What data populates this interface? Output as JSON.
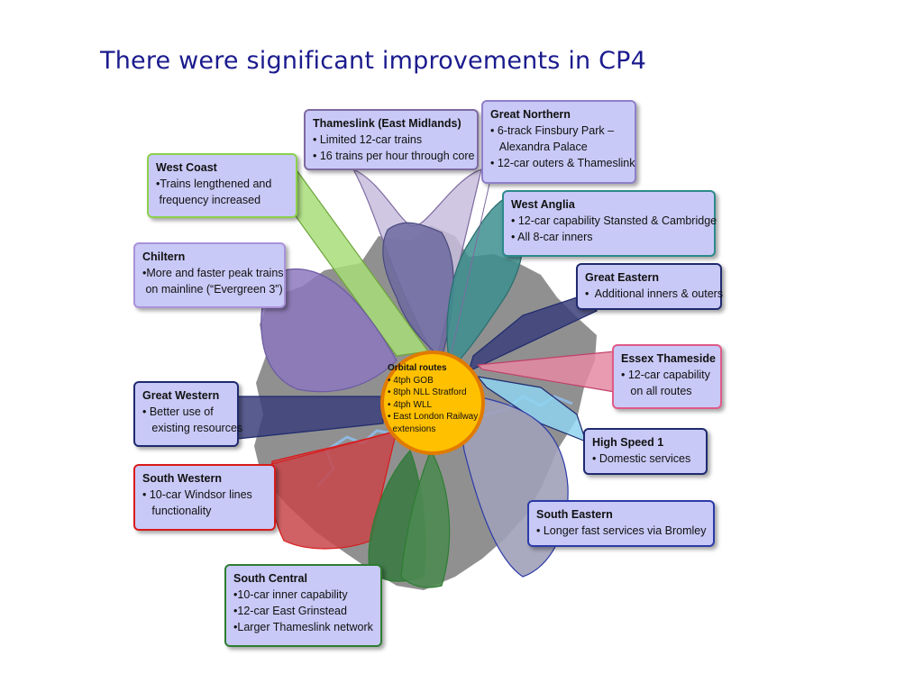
{
  "title": "There were significant improvements in CP4",
  "hub": {
    "heading": "Orbital routes",
    "bullets": [
      "• 4tph GOB",
      "• 8tph NLL Stratford",
      "• 4tph WLL",
      "• East London Railway",
      "  extensions"
    ]
  },
  "routes": {
    "west_coast": {
      "heading": "West Coast",
      "bullets": [
        "•Trains lengthened and",
        " frequency increased"
      ],
      "color": "#8dd14c"
    },
    "chiltern": {
      "heading": "Chiltern",
      "bullets": [
        "•More and faster peak trains",
        " on mainline (“Evergreen 3”)"
      ],
      "color": "#a992d8"
    },
    "thameslink": {
      "heading": "Thameslink (East Midlands)",
      "bullets": [
        "• Limited 12-car trains",
        "• 16 trains per hour through core"
      ],
      "color": "#c2b3d9"
    },
    "great_northern": {
      "heading": "Great Northern",
      "bullets": [
        "• 6-track Finsbury Park –",
        "   Alexandra Palace",
        "• 12-car outers & Thameslink"
      ],
      "color": "#8f7fc9"
    },
    "west_anglia": {
      "heading": "West Anglia",
      "bullets": [
        "• 12-car capability Stansted & Cambridge",
        "• All 8-car inners"
      ],
      "color": "#2c8a8a"
    },
    "great_eastern": {
      "heading": "Great Eastern",
      "bullets": [
        "•  Additional inners & outers"
      ],
      "color": "#1f2a6e"
    },
    "essex_thameside": {
      "heading": "Essex Thameside",
      "bullets": [
        "• 12-car capability",
        "   on all routes"
      ],
      "color": "#e05a88"
    },
    "high_speed_1": {
      "heading": "High Speed 1",
      "bullets": [
        "• Domestic services"
      ],
      "color": "#1f2a6e"
    },
    "great_western": {
      "heading": "Great Western",
      "bullets": [
        "• Better use of",
        "   existing resources"
      ],
      "color": "#1f2a6e"
    },
    "south_western": {
      "heading": "South Western",
      "bullets": [
        "• 10-car Windsor lines",
        "   functionality"
      ],
      "color": "#d81b1b"
    },
    "south_eastern": {
      "heading": "South Eastern",
      "bullets": [
        "• Longer fast services via Bromley"
      ],
      "color": "#2b3aa8"
    },
    "south_central": {
      "heading": "South Central",
      "bullets": [
        "•10-car inner capability",
        "•12-car East Grinstead",
        "•Larger Thameslink network"
      ],
      "color": "#2e7d32"
    }
  }
}
